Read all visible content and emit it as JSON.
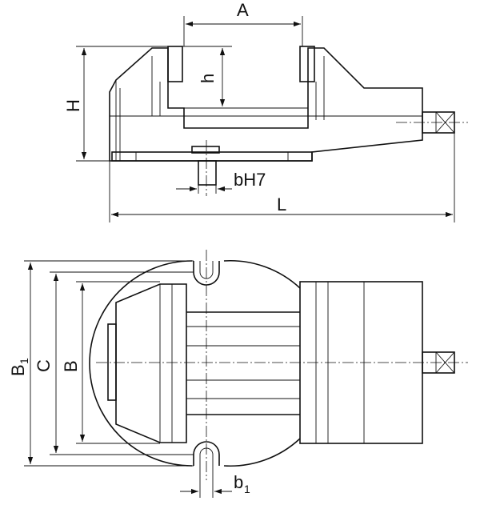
{
  "labels": {
    "A": "A",
    "h": "h",
    "H": "H",
    "bH7": "bH7",
    "L": "L",
    "B1_main": "B",
    "B1_sub": "1",
    "C": "C",
    "B": "B",
    "b1_main": "b",
    "b1_sub": "1"
  }
}
